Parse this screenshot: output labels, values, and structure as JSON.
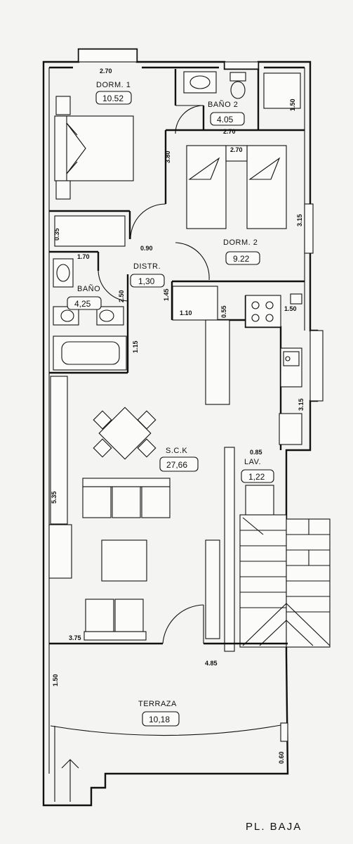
{
  "rooms": {
    "dorm1": {
      "name": "DORM. 1",
      "area": "10.52"
    },
    "bano2": {
      "name": "BAÑO 2",
      "area": "4.05"
    },
    "dorm2": {
      "name": "DORM. 2",
      "area": "9.22"
    },
    "distr": {
      "name": "DISTR.",
      "area": "1,30"
    },
    "bano": {
      "name": "BAÑO",
      "area": "4,25"
    },
    "sck": {
      "name": "S.C.K",
      "area": "27,66"
    },
    "lav": {
      "name": "LAV.",
      "area": "1,22"
    },
    "terraza": {
      "name": "TERRAZA",
      "area": "10,18"
    }
  },
  "dims": {
    "d270_top": "2.70",
    "d270_bano2": "2.70",
    "d270_dorm2": "2.70",
    "d150_closet": "1.50",
    "d380": "3.80",
    "d315_dorm2": "3.15",
    "d035": "0.35",
    "d090": "0.90",
    "d170": "1.70",
    "d250": "2.50",
    "d145": "1.45",
    "d110": "1.10",
    "d055": "0.55",
    "d150_kitchen": "1.50",
    "d115": "1.15",
    "d315_kitchen": "3.15",
    "d085": "0.85",
    "d535": "5.35",
    "d375": "3.75",
    "d485": "4.85",
    "d150_terraza": "1.50",
    "d060": "0.60"
  },
  "sheet_label": "PL. BAJA"
}
